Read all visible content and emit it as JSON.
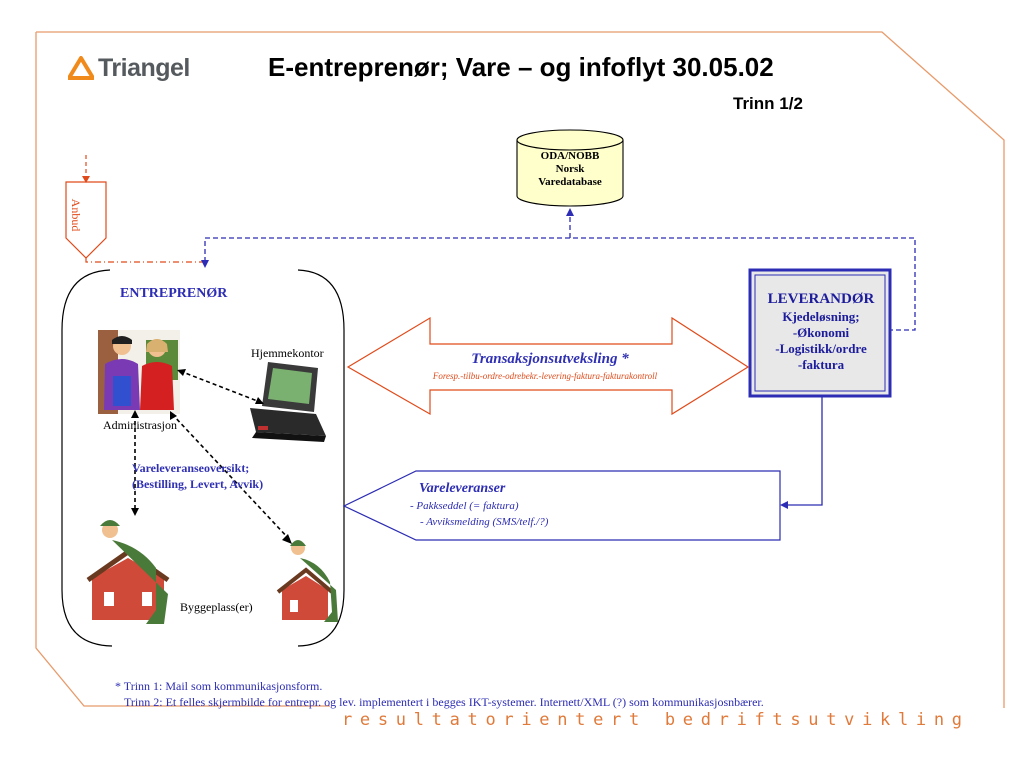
{
  "logo": {
    "brand": "Triangel",
    "icon": "triangle-logo-icon"
  },
  "title": "E-entreprenør; Vare – og infoflyt 30.05.02",
  "subtitle": "Trinn 1/2",
  "database": {
    "lines": [
      "ODA/NOBB",
      "Norsk",
      "Varedatabase"
    ],
    "icon": "database-cylinder-icon"
  },
  "anbud": "Anbud",
  "entreprenor": {
    "title": "ENTREPRENØR",
    "administrasjon": "Administrasjon",
    "hjemmekontor": "Hjemmekontor",
    "byggeplass": "Byggeplass(er)",
    "overview_lines": [
      "Vareleveranseoversikt;",
      "(Bestilling, Levert, Avvik)"
    ]
  },
  "leverandor": {
    "title": "LEVERANDØR",
    "lines": [
      "Kjedeløsning;",
      "-Økonomi",
      "-Logistikk/ordre",
      "-faktura"
    ]
  },
  "transaksjon": {
    "title": "Transaksjonsutveksling *",
    "subtitle": "Foresp.-tilbu-ordre-odrebekr.-levering-faktura-fakturakontroll"
  },
  "vareleveranser": {
    "title": "Vareleveranser",
    "items": [
      "-    Pakkseddel (= faktura)",
      "-    Avviksmelding (SMS/telf./?)"
    ]
  },
  "footnotes": [
    "* Trinn 1: Mail som kommunikasjonsform.",
    "Trinn 2: Et felles skjermbilde for entrepr. og lev. implementert i begges IKT-systemer. Internett/XML (?) som kommunikasjosnbærer."
  ],
  "slogan": "resultatorientert bedriftsutvikling",
  "colors": {
    "frame": "#e89a6a",
    "blue": "#2c2cb4",
    "orange": "#e04a1a",
    "db_fill": "#ffffcc",
    "lev_fill": "#e8e8e8"
  }
}
